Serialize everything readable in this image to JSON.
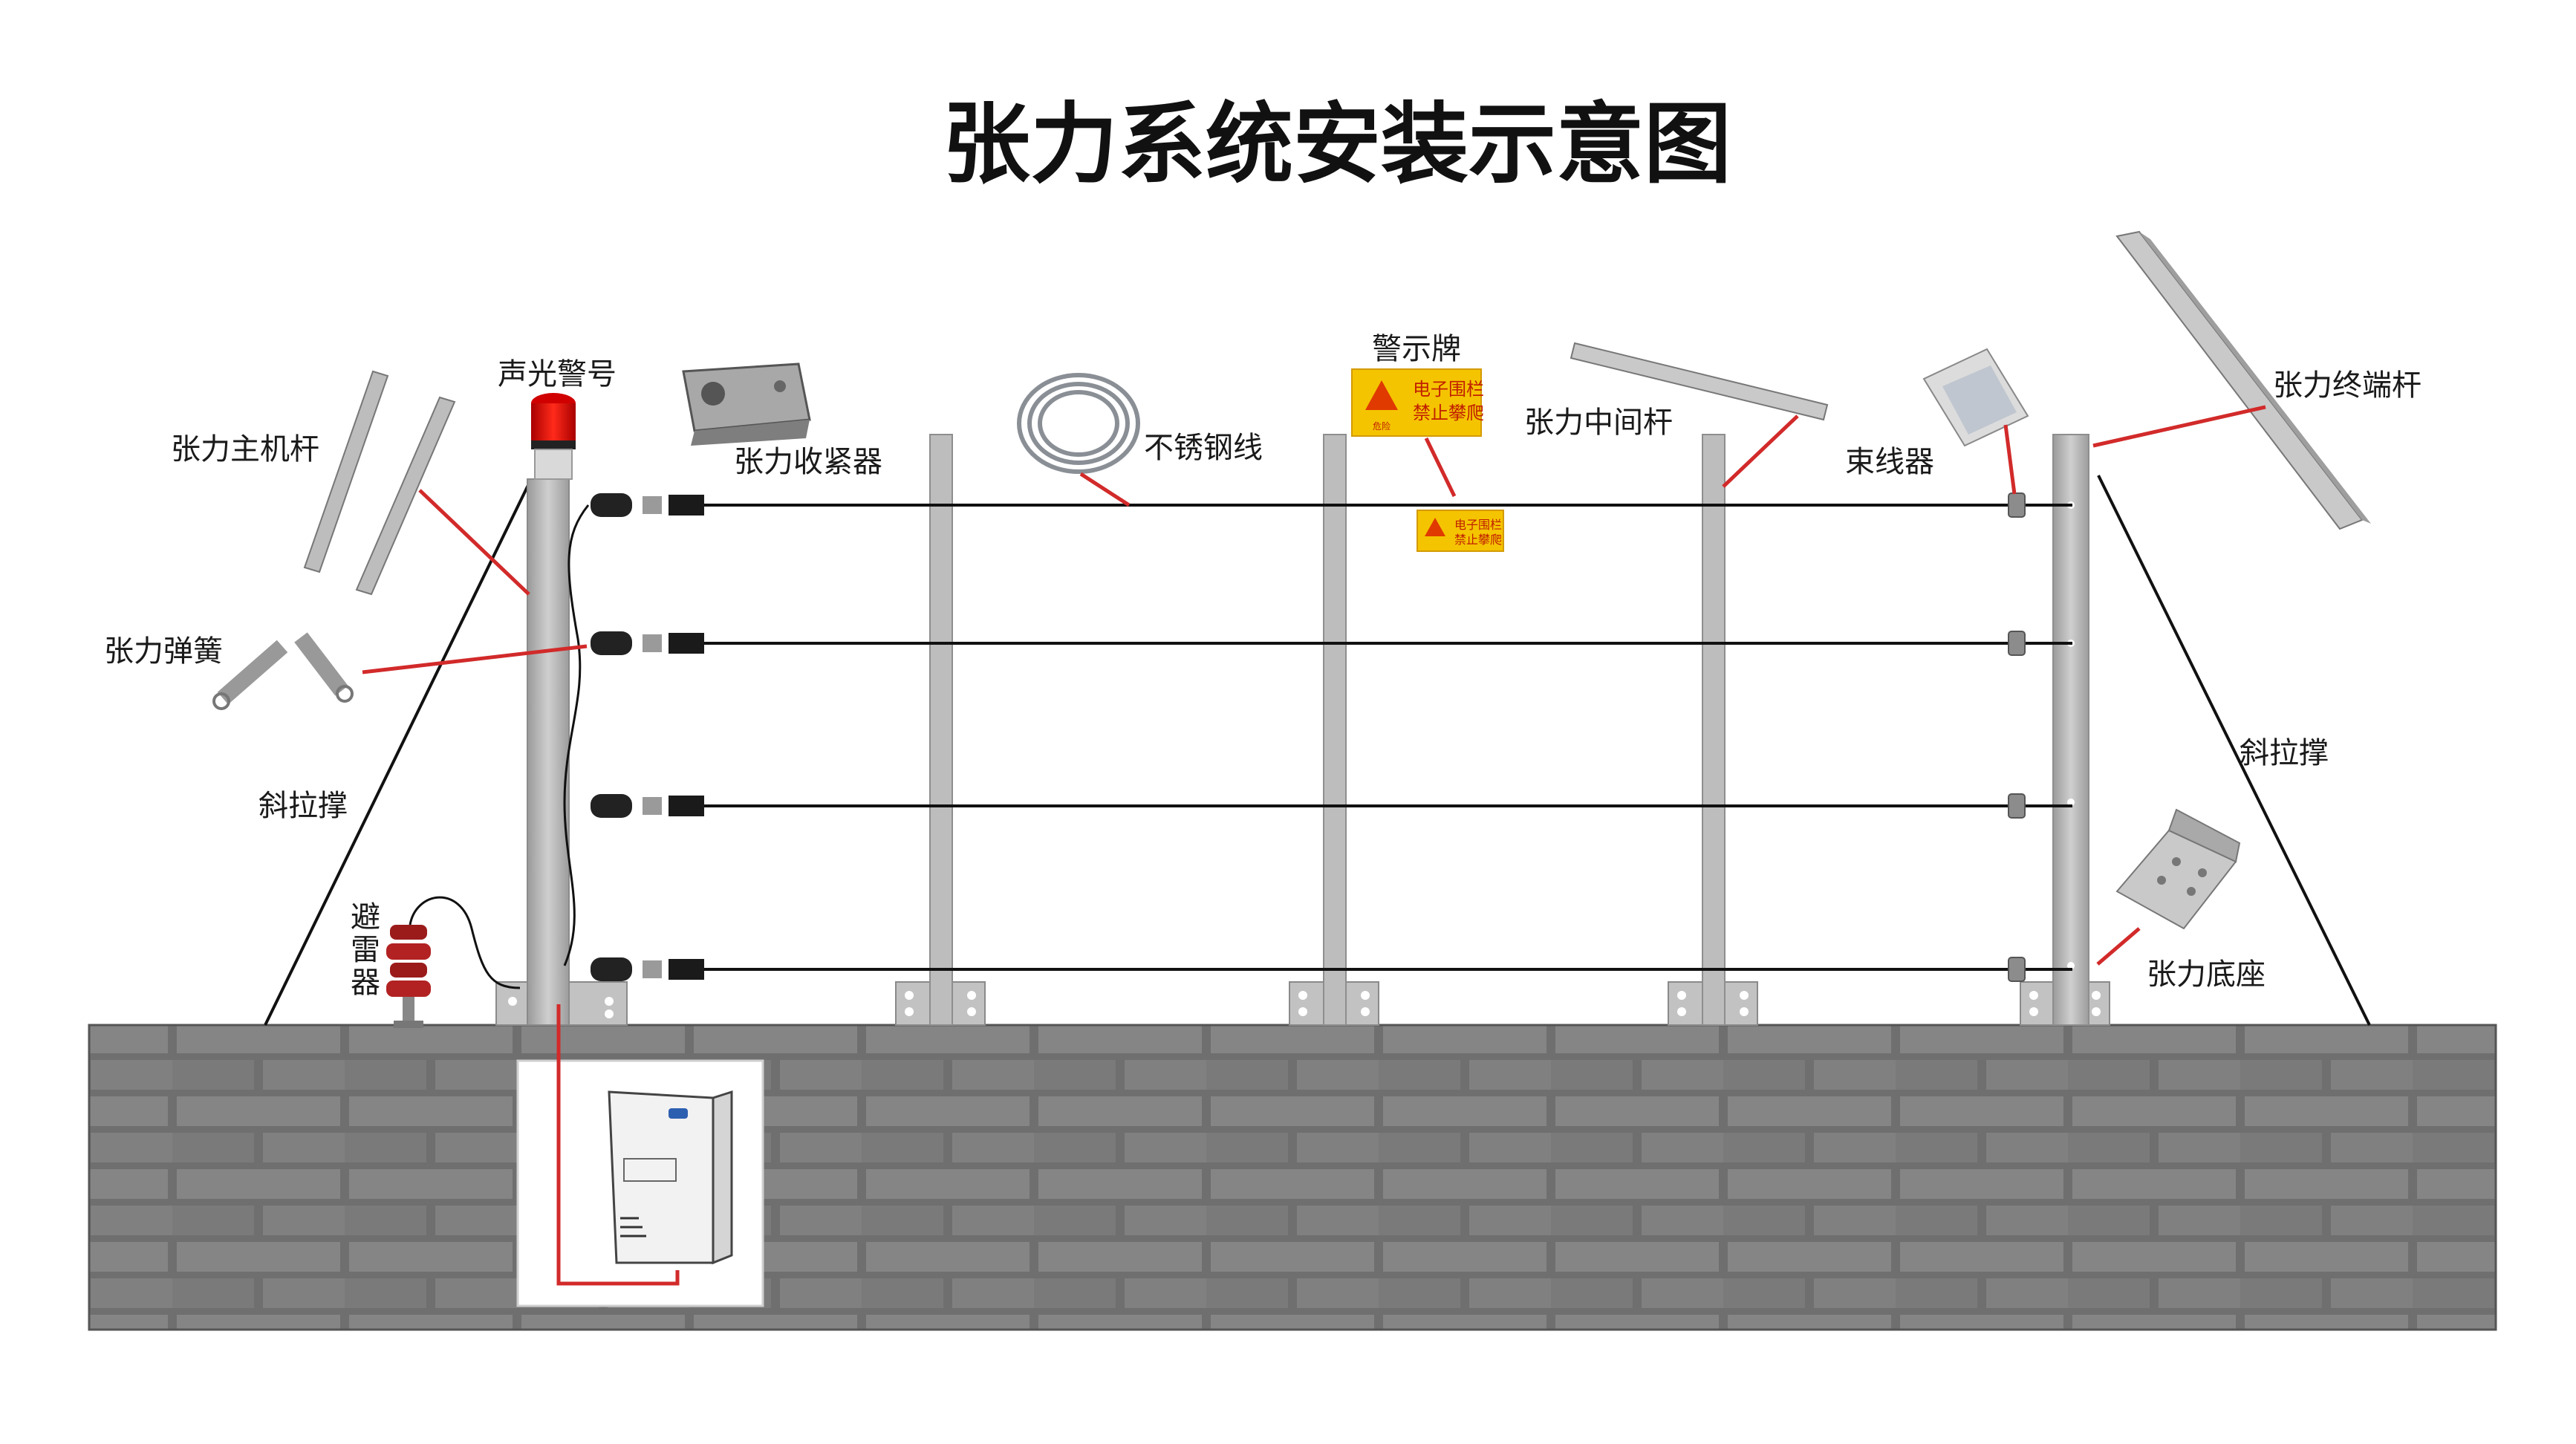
{
  "title": "张力系统安装示意图",
  "labels": {
    "alarm_light": "声光警号",
    "tensioner": "张力收紧器",
    "steel_wire": "不锈钢线",
    "warning_sign": "警示牌",
    "middle_pole": "张力中间杆",
    "wire_clamp": "束线器",
    "end_pole": "张力终端杆",
    "host_pole": "张力主机杆",
    "spring": "张力弹簧",
    "brace_left": "斜拉撑",
    "brace_right": "斜拉撑",
    "arrester_line1": "避",
    "arrester_line2": "雷",
    "arrester_line3": "器",
    "base": "张力底座"
  },
  "sign": {
    "line1": "电子围栏",
    "line2": "禁止攀爬",
    "small": "危险"
  },
  "colors": {
    "leader": "#d22a2a",
    "pole": "#b8b8b8",
    "wire": "#111111",
    "wall": "#7d7d7d",
    "sign_bg": "#f5c400"
  }
}
